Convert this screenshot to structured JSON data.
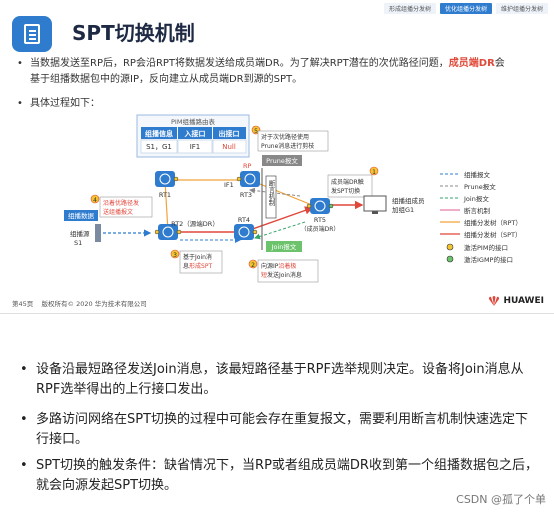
{
  "nav_tabs": [
    "形成组播分发树",
    "优化组播分发树",
    "维护组播分发树"
  ],
  "title": "SPT切换机制",
  "bullet1_a": "当数据发送至RP后，RP会沿RPT将数据发送给成员端DR。为了解决RPT潜在的次优路径问题，",
  "bullet1_red": "成员端DR",
  "bullet1_b": "会",
  "bullet1_c": "基于组播数据包中的源IP，反向建立从成员端DR到源的SPT。",
  "bullet2": "具体过程如下：",
  "table": {
    "caption": "PIM组播路由表",
    "headers": [
      "组播信息",
      "入接口",
      "出接口"
    ],
    "row": [
      "S1，G1",
      "IF1",
      "Null"
    ]
  },
  "labels": {
    "rp": "RP",
    "rt1": "RT1",
    "rt2": "RT2（源端DR）",
    "rt3": "RT3",
    "rt4": "RT4",
    "rt5": "RT5",
    "rt5_sub": "（成员端DR）",
    "if1": "IF1",
    "prune_box": "Prune报文",
    "join_box": "Join报文",
    "assert": "断言机制",
    "source": "组播源",
    "source_id": "S1",
    "data_tag": "组播数据",
    "member": "组播组成员",
    "member_sub": "加组G1"
  },
  "steps": {
    "s1": "成员端DR触发SPT切换",
    "s2_a": "向源IP",
    "s2_red": "沿着极",
    "s2_b": "短",
    "s2_c": "发送Join消息",
    "s3_a": "基于Join消",
    "s3_b": "息",
    "s3_red": "形成SPT",
    "s4_a": "沿着优路径发",
    "s4_b": "送组播报文",
    "s5_a": "对于次优路径使用",
    "s5_b": "Prune消息进行剪枝"
  },
  "legend": [
    {
      "label": "组播报文",
      "kind": "dash-blue"
    },
    {
      "label": "Prune报文",
      "kind": "dash-gray"
    },
    {
      "label": "Join报文",
      "kind": "dash-green"
    },
    {
      "label": "断言机制",
      "kind": "solid-pink"
    },
    {
      "label": "组播分发树（RPT）",
      "kind": "solid-orange"
    },
    {
      "label": "组播分发树（SPT）",
      "kind": "solid-red"
    },
    {
      "label": "激活PIM的接口",
      "kind": "dot-yellow"
    },
    {
      "label": "激活IGMP的接口",
      "kind": "dot-green"
    }
  ],
  "footer": {
    "page": "第45页",
    "copyright": "版权所有© 2020 华为技术有限公司",
    "brand": "HUAWEI"
  },
  "lower": {
    "b1": "设备沿最短路径发送Join消息，该最短路径基于RPF选举规则决定。设备将Join消息从RPF选举得出的上行接口发出。",
    "b2": "多路访问网络在SPT切换的过程中可能会存在重复报文，需要利用断言机制快速选定下行接口。",
    "b3": "SPT切换的触发条件：缺省情况下，当RP或者组成员端DR收到第一个组播数据包之后，就会向源发起SPT切换。"
  },
  "watermark": "CSDN @孤了个单"
}
